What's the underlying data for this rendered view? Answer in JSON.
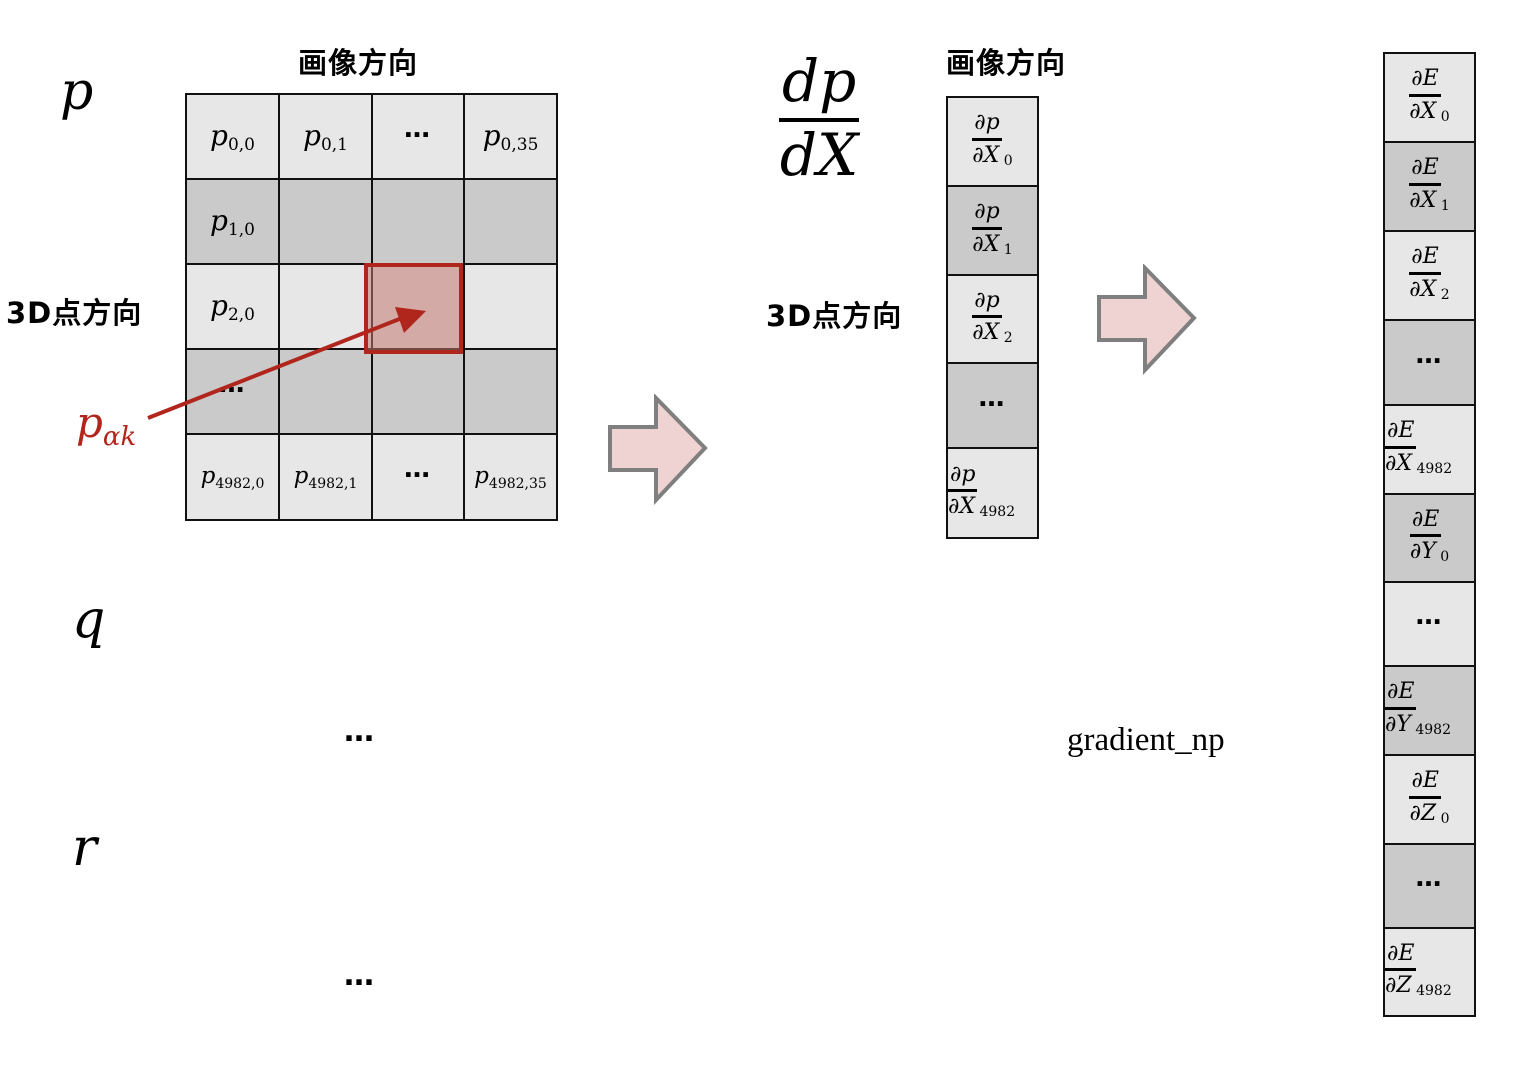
{
  "left_panel": {
    "variables": [
      "p",
      "q",
      "r"
    ],
    "axis_top_label": "画像方向",
    "axis_left_label": "3D点方向",
    "ellipsis_between_q_r": "…",
    "ellipsis_after_r": "…",
    "annotation": {
      "label": "p_{αk}",
      "base": "p",
      "subscript": "αk",
      "color": "#b0261c"
    },
    "matrix": {
      "rows": [
        {
          "shade": "light",
          "cells": [
            {
              "base": "p",
              "sub": "0,0"
            },
            {
              "base": "p",
              "sub": "0,1"
            },
            {
              "text": "…"
            },
            {
              "base": "p",
              "sub": "0,35"
            }
          ]
        },
        {
          "shade": "dark",
          "cells": [
            {
              "base": "p",
              "sub": "1,0"
            },
            {
              "text": ""
            },
            {
              "text": ""
            },
            {
              "text": ""
            }
          ]
        },
        {
          "shade": "light",
          "cells": [
            {
              "base": "p",
              "sub": "2,0"
            },
            {
              "text": ""
            },
            {
              "text": "",
              "highlight": true
            },
            {
              "text": ""
            }
          ]
        },
        {
          "shade": "dark",
          "cells": [
            {
              "text": "…"
            },
            {
              "text": ""
            },
            {
              "text": ""
            },
            {
              "text": ""
            }
          ]
        },
        {
          "shade": "light",
          "cells": [
            {
              "base": "p",
              "sub": "4982,0"
            },
            {
              "base": "p",
              "sub": "4982,1"
            },
            {
              "text": "…"
            },
            {
              "base": "p",
              "sub": "4982,35"
            }
          ]
        }
      ]
    }
  },
  "middle_panel": {
    "derivative_label": {
      "numerator": "dp",
      "denominator": "dX"
    },
    "axis_top_label": "画像方向",
    "axis_left_label": "3D点方向",
    "column": [
      {
        "shade": "light",
        "num": "∂p",
        "den": "∂X",
        "sub": "0"
      },
      {
        "shade": "dark",
        "num": "∂p",
        "den": "∂X",
        "sub": "1"
      },
      {
        "shade": "light",
        "num": "∂p",
        "den": "∂X",
        "sub": "2"
      },
      {
        "shade": "dark",
        "text": "…"
      },
      {
        "shade": "light",
        "num": "∂p",
        "den": "∂X",
        "sub": "4982"
      }
    ]
  },
  "right_panel": {
    "caption": "gradient_np",
    "column": [
      {
        "shade": "light",
        "num": "∂E",
        "den": "∂X",
        "sub": "0"
      },
      {
        "shade": "dark",
        "num": "∂E",
        "den": "∂X",
        "sub": "1"
      },
      {
        "shade": "light",
        "num": "∂E",
        "den": "∂X",
        "sub": "2"
      },
      {
        "shade": "dark",
        "text": "…"
      },
      {
        "shade": "light",
        "num": "∂E",
        "den": "∂X",
        "sub": "4982"
      },
      {
        "shade": "dark",
        "num": "∂E",
        "den": "∂Y",
        "sub": "0"
      },
      {
        "shade": "light",
        "text": "…"
      },
      {
        "shade": "dark",
        "num": "∂E",
        "den": "∂Y",
        "sub": "4982"
      },
      {
        "shade": "light",
        "num": "∂E",
        "den": "∂Z",
        "sub": "0"
      },
      {
        "shade": "dark",
        "text": "…"
      },
      {
        "shade": "light",
        "num": "∂E",
        "den": "∂Z",
        "sub": "4982"
      }
    ]
  },
  "arrows": [
    {
      "name": "arrow-matrix-to-derivative",
      "fill": "#efd3d2",
      "stroke": "#7f7f7f"
    },
    {
      "name": "arrow-derivative-to-gradient",
      "fill": "#efd3d2",
      "stroke": "#7f7f7f"
    }
  ],
  "colors": {
    "cell_light": "#e7e7e7",
    "cell_dark": "#cacaca",
    "highlight_border": "#b0261c",
    "highlight_fill": "#d6a8a5",
    "arrow_fill": "#efd3d2",
    "arrow_stroke": "#7f7f7f"
  }
}
